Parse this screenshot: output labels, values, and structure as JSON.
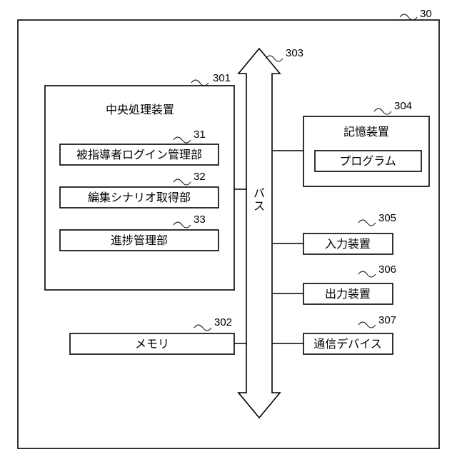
{
  "system": {
    "ref": "30"
  },
  "cpu": {
    "title": "中央処理装置",
    "ref": "301",
    "modules": [
      {
        "label": "被指導者ログイン管理部",
        "ref": "31"
      },
      {
        "label": "編集シナリオ取得部",
        "ref": "32"
      },
      {
        "label": "進捗管理部",
        "ref": "33"
      }
    ]
  },
  "memory": {
    "label": "メモリ",
    "ref": "302"
  },
  "bus": {
    "label": "バス",
    "ref": "303"
  },
  "storage": {
    "title": "記憶装置",
    "ref": "304",
    "program": "プログラム"
  },
  "input": {
    "label": "入力装置",
    "ref": "305"
  },
  "output": {
    "label": "出力装置",
    "ref": "306"
  },
  "comm": {
    "label": "通信デバイス",
    "ref": "307"
  }
}
